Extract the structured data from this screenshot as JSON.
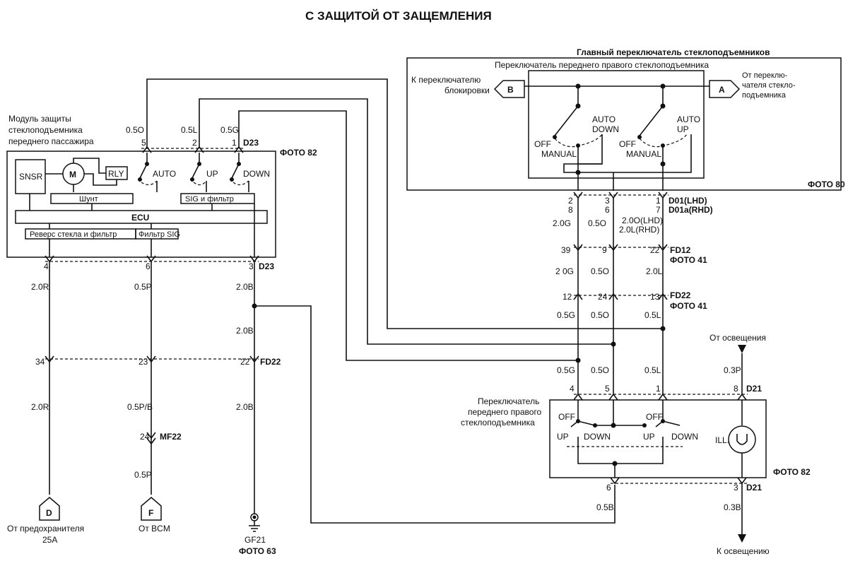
{
  "title": "С ЗАЩИТОЙ ОТ ЗАЩЕМЛЕНИЯ",
  "module": {
    "label": [
      "Модуль защиты",
      "стеклоподъемника",
      "переднего пассажира"
    ],
    "photo": "ФОТО 82",
    "connector_top": "D23",
    "connector_bottom": "D23",
    "snsr": "SNSR",
    "motor": "M",
    "rly": "RLY",
    "shunt": "Шунт",
    "sig_filter": "SIG и фильтр",
    "ecu": "ECU",
    "reverse_filter": "Реверс стекла и фильтр",
    "filter_sig": "Фильтр SIG",
    "sw_auto": "AUTO",
    "sw_up": "UP",
    "sw_down": "DOWN",
    "pins_top": [
      "5",
      "2",
      "1"
    ],
    "pins_bottom": [
      "4",
      "6",
      "3"
    ],
    "wires_top": [
      "0.5O",
      "0.5L",
      "0.5G"
    ]
  },
  "main_switch": {
    "title": "Главный переключатель стеклоподъемников",
    "subtitle": "Переключатель переднего правого стеклоподъемника",
    "photo": "ФОТО 80",
    "left_conn_letter": "B",
    "left_conn_label": [
      "К переключателю",
      "блокировки"
    ],
    "right_conn_letter": "A",
    "right_conn_label": [
      "От переклю-",
      "чателя стекло-",
      "подъемника"
    ],
    "auto_down": [
      "AUTO",
      "DOWN"
    ],
    "auto_up": [
      "AUTO",
      "UP"
    ],
    "off": "OFF",
    "manual": "MANUAL",
    "pins_lhd": [
      "2",
      "3",
      "1"
    ],
    "pins_rhd": [
      "8",
      "6",
      "7"
    ],
    "conn_lhd": "D01(LHD)",
    "conn_rhd": "D01a(RHD)"
  },
  "wires": {
    "w20g": "2.0G",
    "w05o": "0.5O",
    "w20o_lhd": "2.0O(LHD)",
    "w20l_rhd": "2.0L(RHD)",
    "w20g_b": "2 0G",
    "w05o_b": "0.5O",
    "w20l": "2.0L",
    "w05g": "0.5G",
    "w05o_c": "0.5O",
    "w05l": "0.5L",
    "w05g_d": "0.5G",
    "w05o_d": "0.5O",
    "w05l_d": "0.5L",
    "w20r": "2.0R",
    "w05p": "0.5P",
    "w20b": "2.0B",
    "w20b_b": "2.0B",
    "w20r_b": "2.0R",
    "w05pb": "0.5P/B",
    "w20b_c": "2.0B",
    "w05p_b": "0.5P",
    "w03p": "0.3P",
    "w05b": "0.5B",
    "w03b": "0.3B"
  },
  "fd12": {
    "pins": [
      "39",
      "9",
      "22"
    ],
    "name": "FD12",
    "photo": "ФОТО 41"
  },
  "fd22r": {
    "pins": [
      "12",
      "24",
      "13"
    ],
    "name": "FD22",
    "photo": "ФОТО 41"
  },
  "fd22l": {
    "pins": [
      "34",
      "23",
      "22"
    ],
    "name": "FD22"
  },
  "mf22": {
    "pin": "24",
    "name": "MF22"
  },
  "front_switch": {
    "label": [
      "Переключатель",
      "переднего правого",
      "стеклоподъемника"
    ],
    "off": "OFF",
    "up": "UP",
    "down": "DOWN",
    "ill": "ILL.",
    "pins_top": [
      "4",
      "5",
      "1",
      "8"
    ],
    "pins_bottom": [
      "6",
      "3"
    ],
    "conn": "D21",
    "conn_bottom": "D21",
    "photo": "ФОТО 82"
  },
  "from_lighting": "От освещения",
  "to_lighting": "К освещению",
  "conn_d": {
    "letter": "D",
    "label": [
      "От предохранителя",
      "25A"
    ]
  },
  "conn_f": {
    "letter": "F",
    "label": "От BCM"
  },
  "ground": {
    "name": "GF21",
    "photo": "ФОТО 63"
  }
}
